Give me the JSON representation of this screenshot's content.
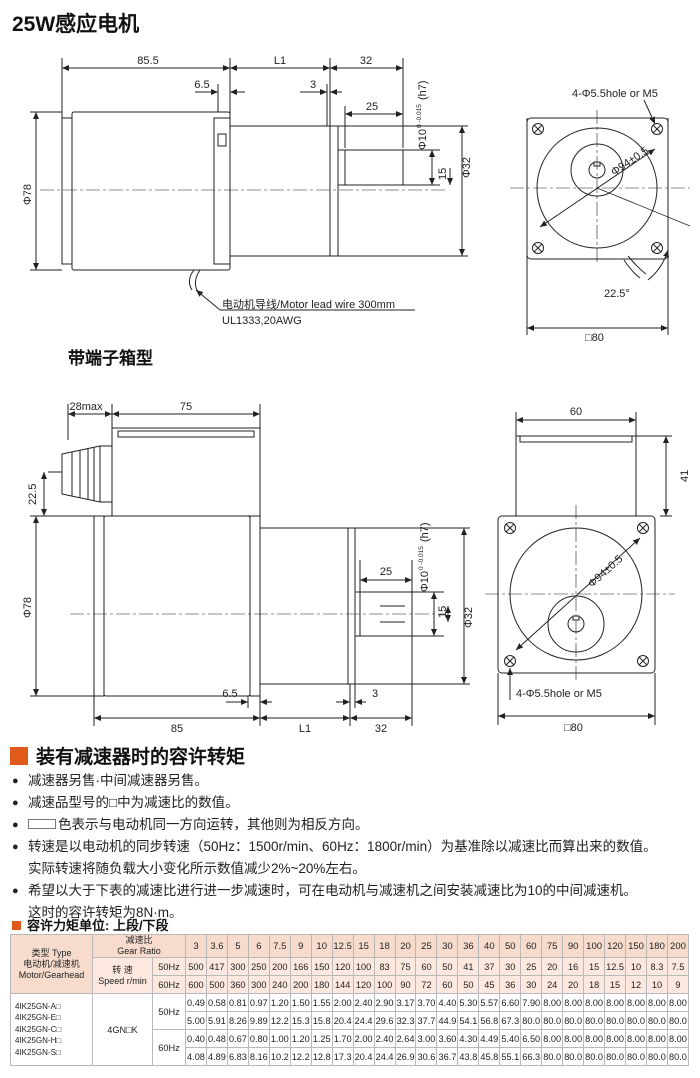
{
  "title": "25W感应电机",
  "subtitle": "带端子箱型",
  "drawing1": {
    "dims_top": [
      "85.5",
      "L1",
      "32",
      "6.5",
      "3",
      "25"
    ],
    "shaft_dia": "Φ10",
    "shaft_tol": "0 -0.015",
    "shaft_fit": "(h7)",
    "dim_15": "15",
    "dim_phi32": "Φ32",
    "dim_phi78": "Φ78",
    "lead_wire": "电动机导线/Motor lead wire 300mm",
    "wire_spec": "UL1333,20AWG",
    "hole_note": "4-Φ5.5hole or M5",
    "pcd": "Φ94±0.5",
    "angle": "22.5°",
    "square": "□80"
  },
  "drawing2": {
    "dim_28max": "28max",
    "dim_75": "75",
    "dim_60": "60",
    "dim_41": "41",
    "dim_22_5": "22.5",
    "dim_phi78": "Φ78",
    "dim_25": "25",
    "shaft_dia": "Φ10",
    "shaft_tol": "0 -0.015",
    "shaft_fit": "(h7)",
    "dim_15": "15",
    "dim_phi32": "Φ32",
    "pcd": "Φ94±0.5",
    "hole_note": "4-Φ5.5hole or M5",
    "dim_6_5": "6.5",
    "dim_3": "3",
    "dims_bottom": [
      "85",
      "L1",
      "32"
    ],
    "square": "□80"
  },
  "section": {
    "title": "装有减速器时的容许转矩",
    "notes": [
      "减速器另售·中间减速器另售。",
      "减速品型号的□中为减速比的数值。",
      "色表示与电动机同一方向运转，其他则为相反方向。",
      "转速是以电动机的同步转速（50Hz：1500r/min、60Hz：1800r/min）为基准除以减速比而算出来的数值。",
      "实际转速将随负载大小变化所示数值减少2%~20%左右。",
      "希望以大于下表的减速比进行进一步减速时，可在电动机与减速机之间安装减速比为10的中间减速机。",
      "这时的容许转矩为8N·m。"
    ]
  },
  "table": {
    "heading": "容许力矩单位: 上段/下段",
    "type_label": "类型 Type",
    "type_label2": "电动机/减速机",
    "type_label3": "Motor/Gearhead",
    "ratio_label": "减速比",
    "ratio_label2": "Gear Ratio",
    "speed_label": "转  速",
    "speed_label2": "Speed r/min",
    "hz50": "50Hz",
    "hz60": "60Hz",
    "ratios": [
      "3",
      "3.6",
      "5",
      "6",
      "7.5",
      "9",
      "10",
      "12.5",
      "15",
      "18",
      "20",
      "25",
      "30",
      "36",
      "40",
      "50",
      "60",
      "75",
      "90",
      "100",
      "120",
      "150",
      "180",
      "200"
    ],
    "speed50": [
      "500",
      "417",
      "300",
      "250",
      "200",
      "166",
      "150",
      "120",
      "100",
      "83",
      "75",
      "60",
      "50",
      "41",
      "37",
      "30",
      "25",
      "20",
      "16",
      "15",
      "12.5",
      "10",
      "8.3",
      "7.5"
    ],
    "speed60": [
      "600",
      "500",
      "360",
      "300",
      "240",
      "200",
      "180",
      "144",
      "120",
      "100",
      "90",
      "72",
      "60",
      "50",
      "45",
      "36",
      "30",
      "24",
      "20",
      "18",
      "15",
      "12",
      "10",
      "9"
    ],
    "models": "4IK25GN-A□ 4IK25GN-E□ 4IK25GN-C□ 4IK25GN-H□ 4IK25GN-S□",
    "gearhead": "4GN□K",
    "t50_upper": [
      "0.49",
      "0.58",
      "0.81",
      "0.97",
      "1.20",
      "1.50",
      "1.55",
      "2.00",
      "2.40",
      "2.90",
      "3.17",
      "3.70",
      "4.40",
      "5.30",
      "5.57",
      "6.60",
      "7.90",
      "8.00",
      "8.00",
      "8.00",
      "8.00",
      "8.00",
      "8.00",
      "8.00"
    ],
    "t50_lower": [
      "5.00",
      "5.91",
      "8.26",
      "9.89",
      "12.2",
      "15.3",
      "15.8",
      "20.4",
      "24.4",
      "29.6",
      "32.3",
      "37.7",
      "44.9",
      "54.1",
      "56.8",
      "67.3",
      "80.0",
      "80.0",
      "80.0",
      "80.0",
      "80.0",
      "80.0",
      "80.0",
      "80.0"
    ],
    "t60_upper": [
      "0.40",
      "0.48",
      "0.67",
      "0.80",
      "1.00",
      "1.20",
      "1.25",
      "1.70",
      "2.00",
      "2.40",
      "2.64",
      "3.00",
      "3.60",
      "4.30",
      "4.49",
      "5.40",
      "6.50",
      "8.00",
      "8.00",
      "8.00",
      "8.00",
      "8.00",
      "8.00",
      "8.00"
    ],
    "t60_lower": [
      "4.08",
      "4.89",
      "6.83",
      "8.16",
      "10.2",
      "12.2",
      "12.8",
      "17.3",
      "20.4",
      "24.4",
      "26.9",
      "30.6",
      "36.7",
      "43.8",
      "45.8",
      "55.1",
      "66.3",
      "80.0",
      "80.0",
      "80.0",
      "80.0",
      "80.0",
      "80.0",
      "80.0"
    ]
  }
}
